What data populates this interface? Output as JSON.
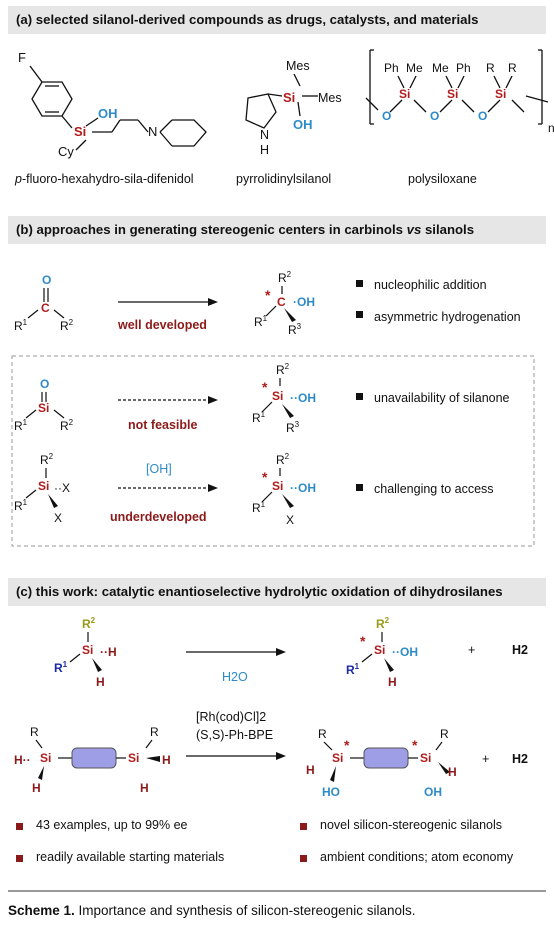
{
  "section_a": {
    "header_prefix": "(a)",
    "header_text": "selected silanol-derived compounds as drugs, catalysts, and materials",
    "compounds": [
      {
        "name_italic": "p",
        "name_rest": "-fluoro-hexahydro-sila-difenidol"
      },
      {
        "name": "pyrrolidinylsilanol"
      },
      {
        "name": "polysiloxane"
      }
    ]
  },
  "section_b": {
    "header_prefix": "(b)",
    "header_text_1": "approaches in generating stereogenic centers in carbinols ",
    "header_italic": "vs",
    "header_text_2": " silanols",
    "rows": [
      {
        "arrow_label": "well developed",
        "bullets": [
          "nucleophilic addition",
          "asymmetric hydrogenation"
        ]
      },
      {
        "arrow_label": "not feasible",
        "bullets": [
          "unavailability of silanone"
        ]
      },
      {
        "arrow_above": "[OH]",
        "arrow_label": "underdeveloped",
        "bullets": [
          "challenging to access"
        ]
      }
    ]
  },
  "section_c": {
    "header_prefix": "(c)",
    "header_text": "this work: catalytic enantioselective hydrolytic oxidation of dihydrosilanes",
    "reagent_water": "H2O",
    "catalyst_line1": "[Rh(cod)Cl]2",
    "catalyst_line2": "(S,S)-Ph-BPE",
    "plus": "+",
    "h2": "H2",
    "bullets_left": [
      "43 examples, up to 99% ee",
      "readily available starting materials"
    ],
    "bullets_right": [
      "novel silicon-stereogenic silanols",
      "ambient conditions; atom economy"
    ]
  },
  "caption": {
    "bold": "Scheme 1.",
    "text": " Importance and synthesis of silicon-stereogenic silanols."
  },
  "colors": {
    "si_red": "#b01c1c",
    "dark_red": "#8b1a1a",
    "oh_blue": "#2e8bc9",
    "r1_blue": "#1a2aa6",
    "r2_olive": "#9a9a1a",
    "header_gray": "#e6e6e6",
    "linker_purple": "#9e9ee6"
  }
}
